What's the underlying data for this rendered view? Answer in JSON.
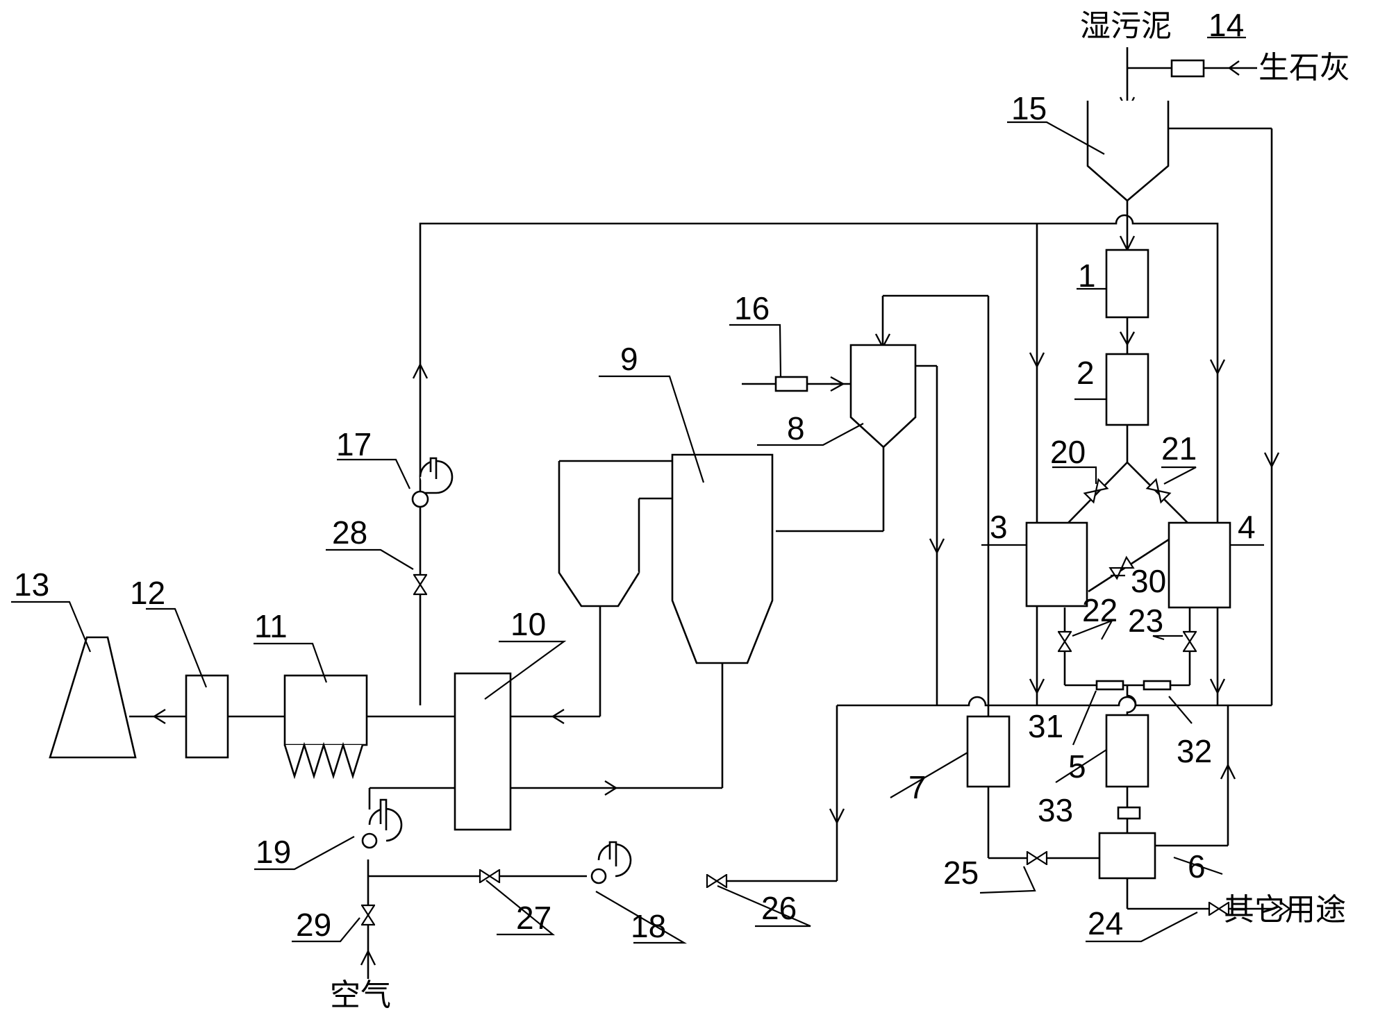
{
  "labels": {
    "wet_sludge": "湿污泥",
    "quicklime": "生石灰",
    "air": "空气",
    "other_uses": "其它用途"
  },
  "numbers": {
    "n1": "1",
    "n2": "2",
    "n3": "3",
    "n4": "4",
    "n5": "5",
    "n6": "6",
    "n7": "7",
    "n8": "8",
    "n9": "9",
    "n10": "10",
    "n11": "11",
    "n12": "12",
    "n13": "13",
    "n14": "14",
    "n15": "15",
    "n16": "16",
    "n17": "17",
    "n18": "18",
    "n19": "19",
    "n20": "20",
    "n21": "21",
    "n22": "22",
    "n23": "23",
    "n24": "24",
    "n25": "25",
    "n26": "26",
    "n27": "27",
    "n28": "28",
    "n29": "29",
    "n30": "30",
    "n31": "31",
    "n32": "32",
    "n33": "33"
  }
}
